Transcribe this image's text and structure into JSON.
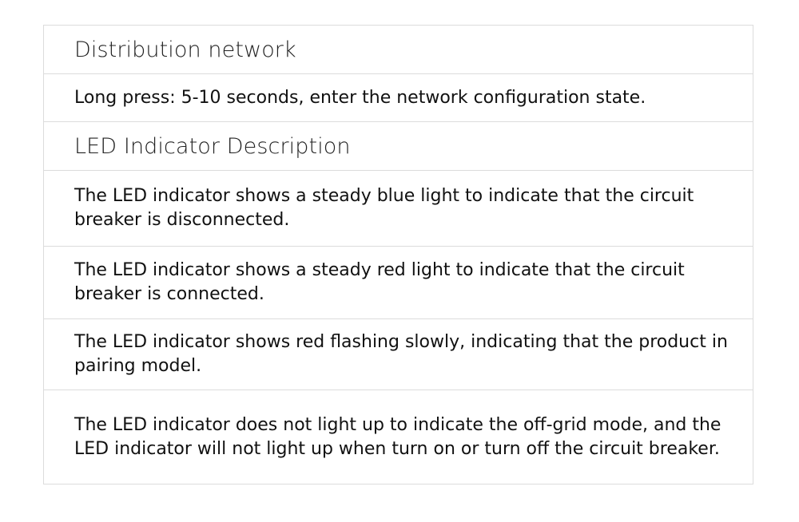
{
  "table": {
    "heading_network": "Distribution network",
    "long_press": "Long press: 5-10 seconds, enter the network configuration state.",
    "heading_led": "LED Indicator Description",
    "led_blue": "The LED indicator shows a steady blue light to indicate that the circuit breaker is disconnected.",
    "led_red": "The LED indicator shows a steady red light to indicate that the circuit breaker is connected.",
    "led_flash": "The LED indicator shows red flashing slowly, indicating that the product in pairing model.",
    "led_off": "The LED indicator does not light up to indicate the off-grid mode, and the LED indicator will not light up when turn on or turn off the circuit breaker."
  }
}
